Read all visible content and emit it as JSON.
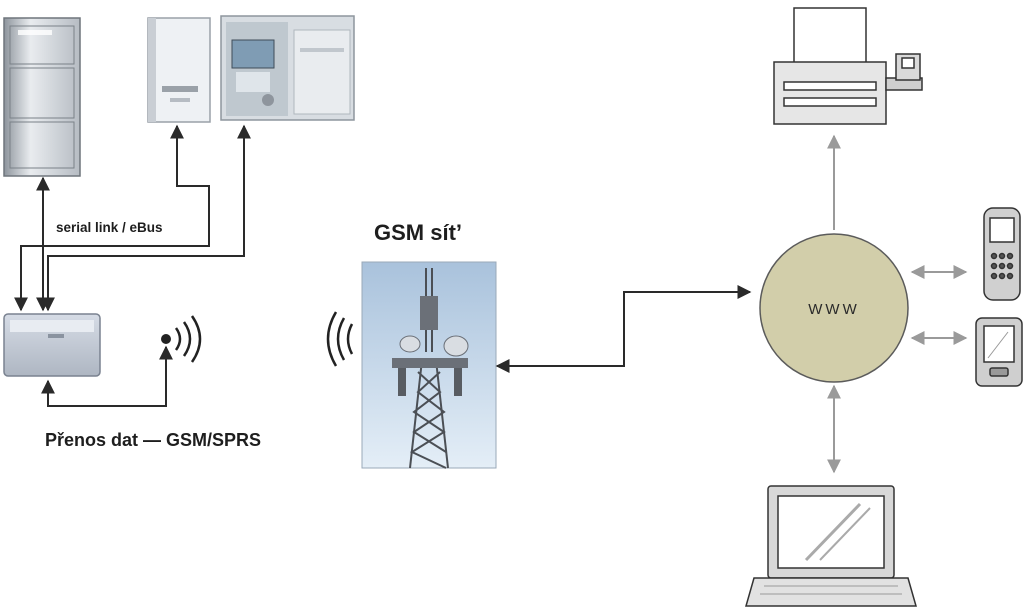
{
  "labels": {
    "link": "serial link / eBus",
    "network": "GSM sít’",
    "transfer": "Přenos dat — GSM/SPRS",
    "web": "WWW"
  },
  "colors": {
    "line": "#2a2a2a",
    "gray_arrow": "#9a9a9a",
    "globe_fill": "#d2ceaa",
    "globe_stroke": "#5b5b5b",
    "device_light": "#e9ecef",
    "device_mid": "#c7ccd2",
    "device_dark": "#8e959d",
    "sky_top": "#a9c2dc",
    "sky_bottom": "#e4eef7"
  },
  "icons": [
    "floor-boiler-icon",
    "wall-boiler-icon",
    "boiler-control-panel-icon",
    "gateway-module-icon",
    "antenna-signal-icon",
    "gsm-tower-icon",
    "fax-printer-icon",
    "mobile-phone-icon",
    "pda-icon",
    "laptop-icon",
    "www-globe-icon"
  ]
}
